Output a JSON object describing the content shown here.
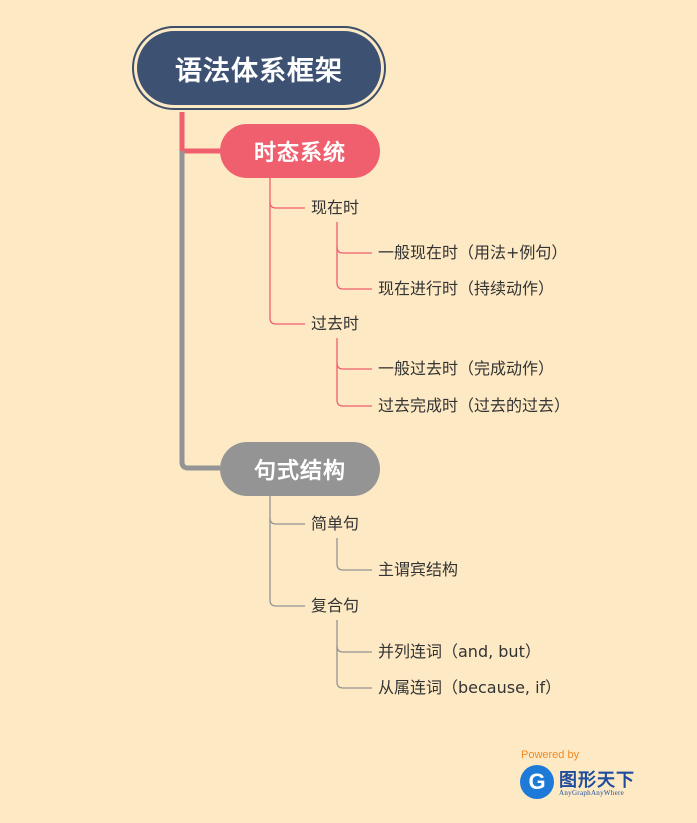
{
  "root": {
    "label": "语法体系框架"
  },
  "branches": [
    {
      "label": "时态系统",
      "color": "#ef5f6e",
      "children": [
        {
          "label": "现在时",
          "children": [
            "一般现在时（用法+例句）",
            "现在进行时（持续动作）"
          ]
        },
        {
          "label": "过去时",
          "children": [
            "一般过去时（完成动作）",
            "过去完成时（过去的过去）"
          ]
        }
      ]
    },
    {
      "label": "句式结构",
      "color": "#949494",
      "children": [
        {
          "label": "简单句",
          "children": [
            "主谓宾结构"
          ]
        },
        {
          "label": "复合句",
          "children": [
            "并列连词（and, but）",
            "从属连词（because, if）"
          ]
        }
      ]
    }
  ],
  "branding": {
    "powered_by": "Powered by",
    "logo_letter": "G",
    "logo_name": "图形天下",
    "logo_sub": "AnyGraphAnyWhere"
  },
  "colors": {
    "root": "#3d5272",
    "background": "#fde9c4"
  }
}
